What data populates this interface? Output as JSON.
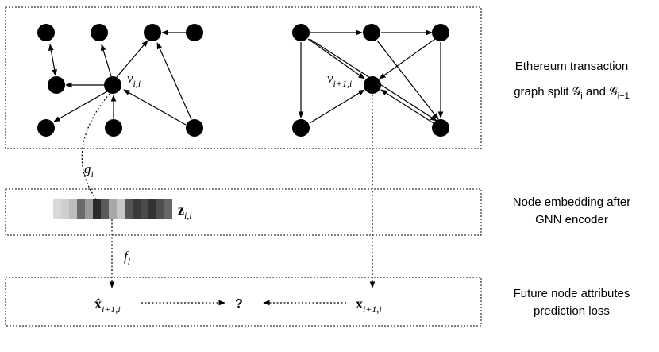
{
  "labels": {
    "graph_desc_line1": "Ethereum transaction",
    "graph_desc_line2": "graph split 𝒢",
    "graph_desc_sub1": "i",
    "graph_desc_and": " and 𝒢",
    "graph_desc_sub2": "i+1",
    "embed_desc_line1": "Node embedding after",
    "embed_desc_line2": "GNN encoder",
    "pred_desc_line1": "Future node attributes",
    "pred_desc_line2": "prediction loss"
  },
  "math": {
    "v_left": "v",
    "v_left_sub": "i,i",
    "v_right": "v",
    "v_right_sub": "i+1,i",
    "g": "g",
    "g_sub": "i",
    "z": "z",
    "z_sub": "i,i",
    "f": "f",
    "f_sub": "l",
    "xhat": "x̂",
    "xhat_sub": "i+1,i",
    "x": "x",
    "x_sub": "i+1,i",
    "question": "?"
  },
  "embedding_cells": [
    "#d9d9d9",
    "#cfcfcf",
    "#bdbdbd",
    "#6a6a6a",
    "#9a9a9a",
    "#2b2b2b",
    "#5a5a5a",
    "#a8a8a8",
    "#c8c8c8",
    "#555555",
    "#3a3a3a",
    "#4a4a4a",
    "#333333",
    "#4f4f4f",
    "#666666"
  ],
  "colors": {
    "node": "#000000",
    "line": "#000000"
  }
}
